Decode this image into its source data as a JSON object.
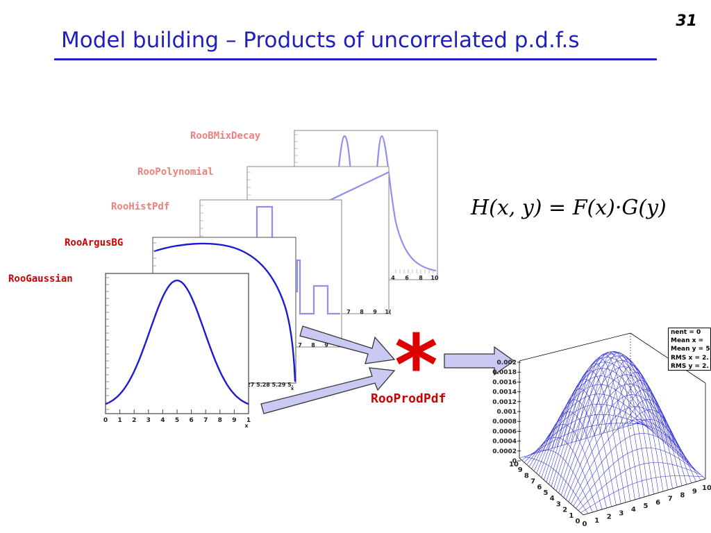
{
  "slide_number": "31",
  "title": "Model building – Products of uncorrelated p.d.f.s",
  "pdfs": [
    {
      "name": "RooBMixDecay",
      "style": "faded"
    },
    {
      "name": "RooPolynomial",
      "style": "faded"
    },
    {
      "name": "RooHistPdf",
      "style": "faded"
    },
    {
      "name": "RooArgusBG",
      "style": "strong"
    },
    {
      "name": "RooGaussian",
      "style": "strong"
    }
  ],
  "formula": "H(x, y) = F(x)·G(y)",
  "operator_symbol": "*",
  "product_label": "RooProdPdf",
  "frame_ticks": {
    "gaussian_x": [
      "0",
      "1",
      "2",
      "3",
      "4",
      "5",
      "6",
      "7",
      "8",
      "9",
      "1"
    ],
    "gaussian_axis_name": "x",
    "argus_partial": "27 5.28 5.29 5.",
    "argus_axis_name": "x",
    "hist_partial": [
      "7",
      "8",
      "9",
      "1"
    ],
    "poly_partial": [
      "7",
      "8",
      "9",
      "1("
    ],
    "bmix_partial": [
      "4",
      "6",
      "8",
      "10"
    ],
    "behind_partial": [
      "7",
      "8",
      "9"
    ]
  },
  "plot3d": {
    "stats": [
      "nent = 0",
      "Mean x =",
      "Mean y = 5",
      "RMS x = 2.",
      "RMS y = 2."
    ],
    "z_ticks": [
      "0.002",
      "0.0018",
      "0.0016",
      "0.0014",
      "0.0012",
      "0.001",
      "0.0008",
      "0.0006",
      "0.0004",
      "0.0002",
      "0"
    ],
    "x_ticks": [
      "0",
      "1",
      "2",
      "3",
      "4",
      "5",
      "6",
      "7",
      "8",
      "9",
      "10"
    ],
    "y_ticks": [
      "10",
      "9",
      "8",
      "7",
      "6",
      "5",
      "4",
      "3",
      "2",
      "1",
      "0"
    ]
  },
  "colors": {
    "title": "#1f1fbf",
    "curve_strong": "#1a1ad6",
    "curve_faded": "#8f8ff0",
    "arrow_fill": "#c9c9f3",
    "operator": "#dd0000",
    "mesh": "#2c2cd8"
  }
}
